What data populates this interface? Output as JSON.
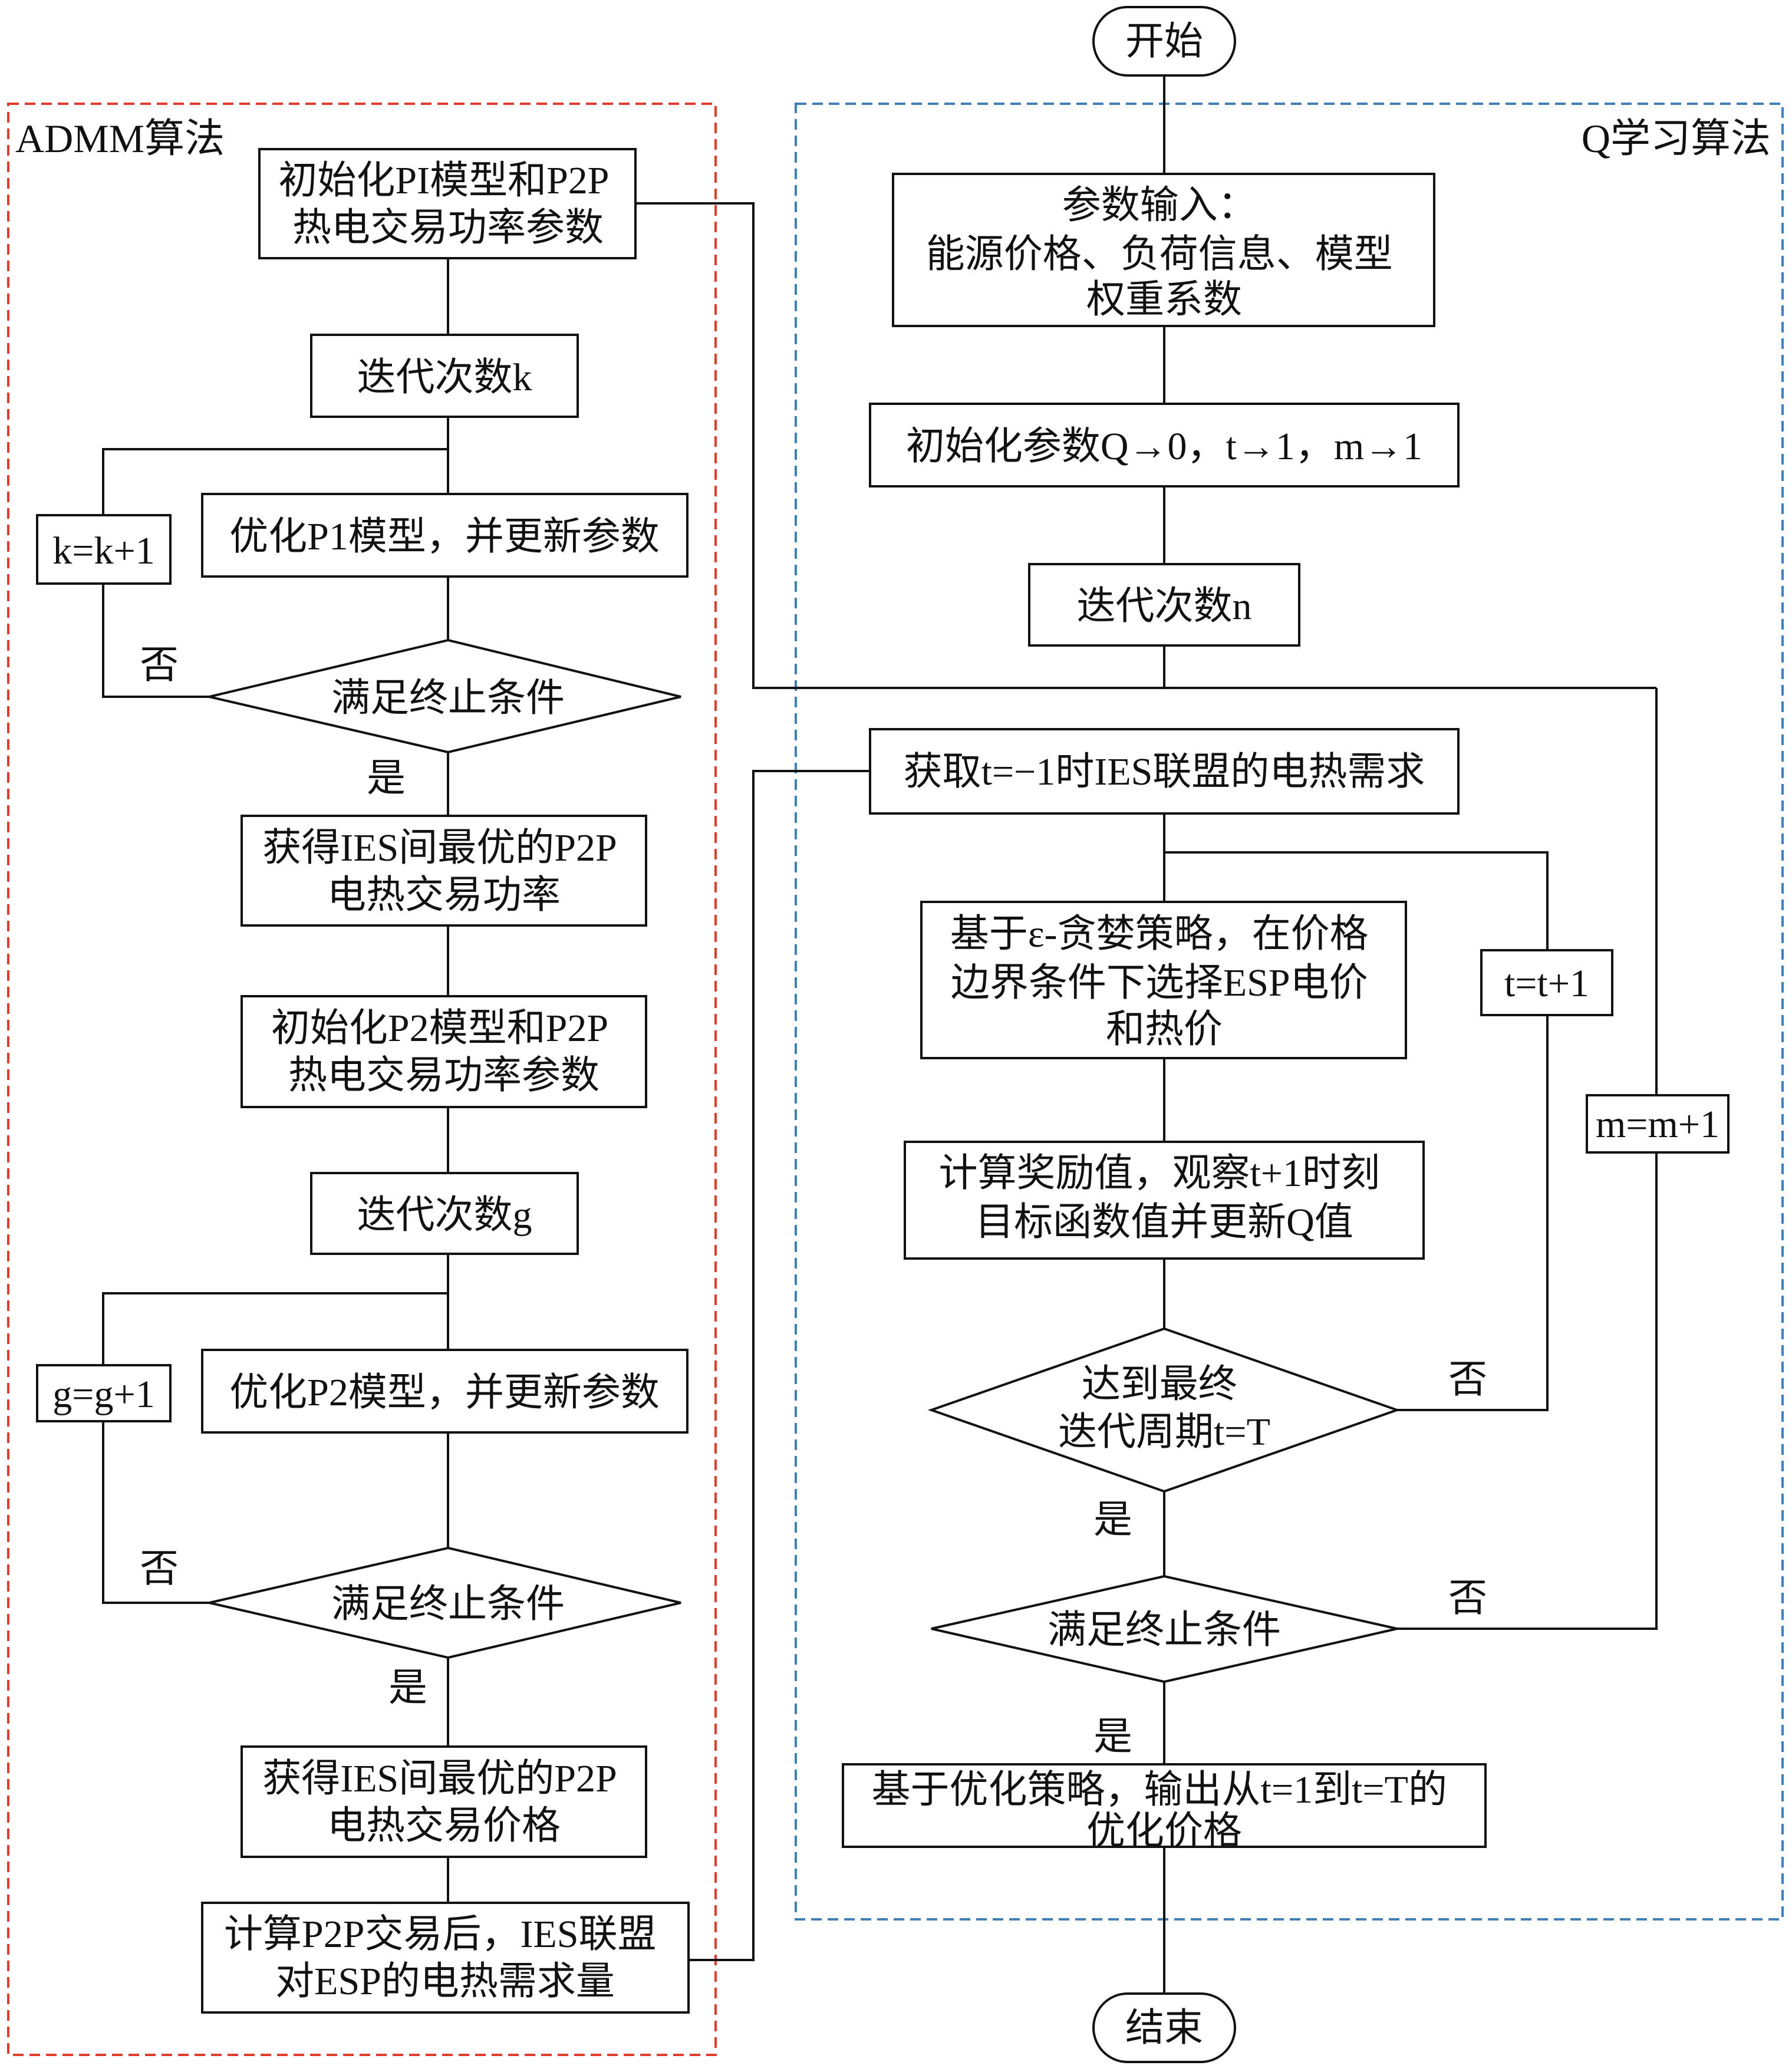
{
  "groups": {
    "admm": {
      "title": "ADMM算法",
      "color": "#e03c2d"
    },
    "qlearning": {
      "title": "Q学习算法",
      "color": "#3f7fb6"
    }
  },
  "terminals": {
    "start": "开始",
    "end": "结束"
  },
  "admm": {
    "init_p1": [
      "初始化PI模型和P2P",
      "热电交易功率参数"
    ],
    "iter_k": "迭代次数k",
    "update_k": "k=k+1",
    "optimize_p1": "优化P1模型，并更新参数",
    "check_1": "满足终止条件",
    "no_1": "否",
    "yes_1": "是",
    "result_power": [
      "获得IES间最优的P2P",
      "电热交易功率"
    ],
    "init_p2": [
      "初始化P2模型和P2P",
      "热电交易功率参数"
    ],
    "iter_g": "迭代次数g",
    "update_g": "g=g+1",
    "optimize_p2": "优化P2模型，并更新参数",
    "check_2": "满足终止条件",
    "no_2": "否",
    "yes_2": "是",
    "result_price": [
      "获得IES间最优的P2P",
      "电热交易价格"
    ],
    "compute_demand": [
      "计算P2P交易后，IES联盟",
      "对ESP的电热需求量"
    ]
  },
  "qlearning": {
    "param_input": [
      "参数输入：",
      "能源价格、负荷信息、模型",
      "权重系数"
    ],
    "init_params": "初始化参数Q→0，t→1，m→1",
    "iter_n": "迭代次数n",
    "get_demand": "获取t=−1时IES联盟的电热需求",
    "epsilon_greedy": [
      "基于ε-贪婪策略，在价格",
      "边界条件下选择ESP电价",
      "和热价"
    ],
    "update_t": "t=t+1",
    "reward": [
      "计算奖励值，观察t+1时刻",
      "目标函数值并更新Q值"
    ],
    "update_m": "m=m+1",
    "check_final": [
      "达到最终",
      "迭代周期t=T"
    ],
    "no_final": "否",
    "yes_final": "是",
    "check_stop": "满足终止条件",
    "no_stop": "否",
    "yes_stop": "是",
    "output": [
      "基于优化策略，输出从t=1到t=T的",
      "优化价格"
    ]
  }
}
